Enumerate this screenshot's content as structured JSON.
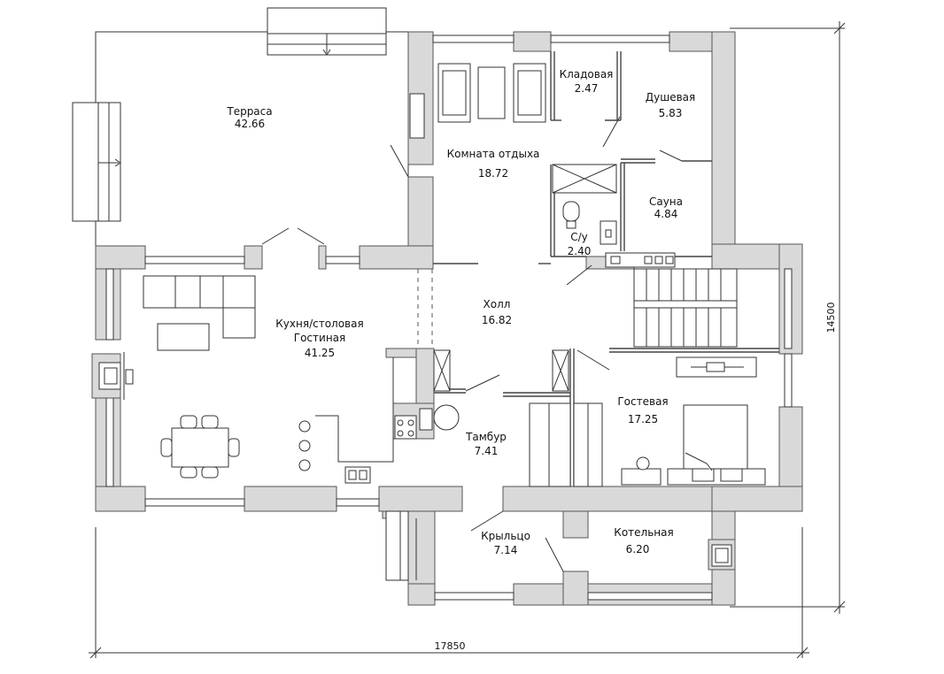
{
  "rooms": {
    "terrace": {
      "name": "Терраса",
      "area": "42.66"
    },
    "lounge": {
      "name": "Комната  отдыха",
      "area": "18.72"
    },
    "pantry": {
      "name": "Кладовая",
      "area": "2.47"
    },
    "shower": {
      "name": "Душевая",
      "area": "5.83"
    },
    "sauna": {
      "name": "Сауна",
      "area": "4.84"
    },
    "wc": {
      "name": "С/у",
      "area": "2.40"
    },
    "kitchen": {
      "name1": "Кухня/столовая",
      "name2": "Гостиная",
      "area": "41.25"
    },
    "hall": {
      "name": "Холл",
      "area": "16.82"
    },
    "vestibule": {
      "name": "Тамбур",
      "area": "7.41"
    },
    "guest": {
      "name": "Гостевая",
      "area": "17.25"
    },
    "porch": {
      "name": "Крыльцо",
      "area": "7.14"
    },
    "boiler": {
      "name": "Котельная",
      "area": "6.20"
    }
  },
  "dimensions": {
    "width": "17850",
    "height": "14500"
  }
}
